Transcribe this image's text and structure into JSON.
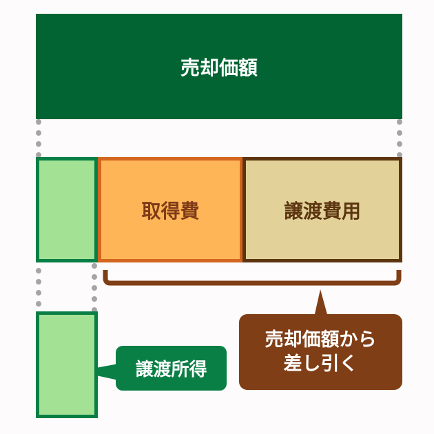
{
  "diagram": {
    "sale_price": {
      "label": "売却価額",
      "color": "#036433"
    },
    "acquisition_cost": {
      "label": "取得費",
      "fill": "#fdb558",
      "border": "#d2661f"
    },
    "transfer_expenses": {
      "label": "譲渡費用",
      "fill": "#e2d29a",
      "border": "#5c3510"
    },
    "transfer_income_callout": {
      "label": "譲渡所得",
      "color": "#0a7f45"
    },
    "deduct_callout": {
      "line1": "売却価額から",
      "line2": "差し引く",
      "color": "#7f3e16"
    },
    "income_block_color": "#a3e194"
  }
}
